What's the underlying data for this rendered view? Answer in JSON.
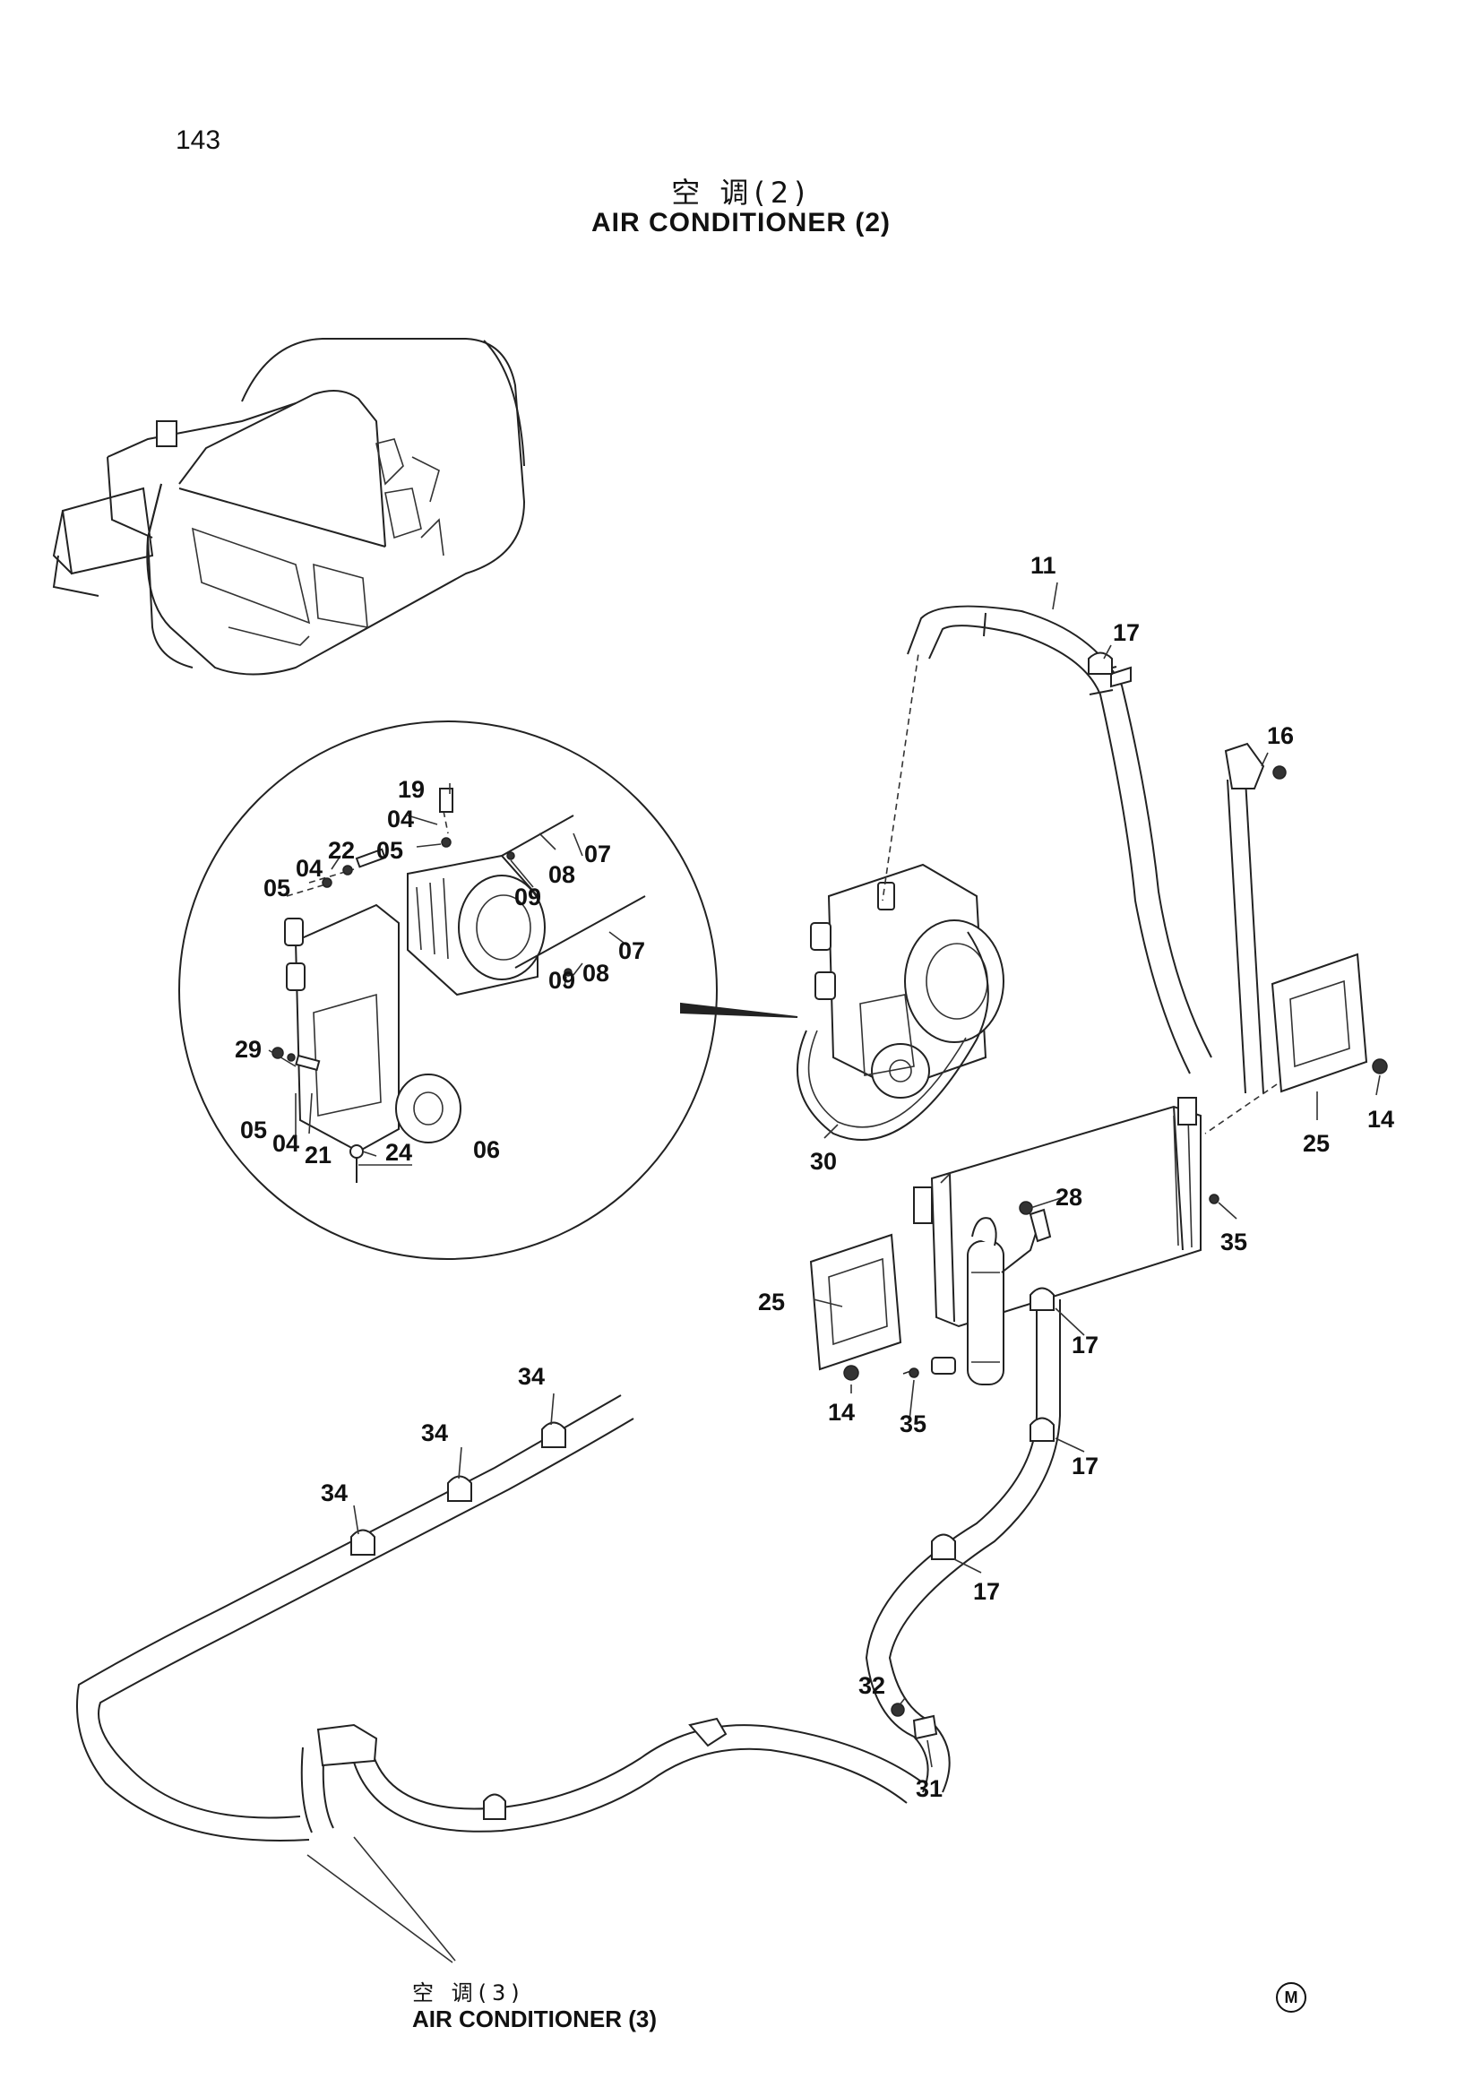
{
  "page": {
    "number": "143"
  },
  "title": {
    "cn": "空 调(2)",
    "en": "AIR CONDITIONER (2)"
  },
  "footer": {
    "cn": "空 调(3)",
    "en": "AIR CONDITIONER (3)",
    "mark": "M"
  },
  "callouts": {
    "c19": "19",
    "c04a": "04",
    "c05a": "05",
    "c22": "22",
    "c04b": "04",
    "c05b": "05",
    "c07a": "07",
    "c08a": "08",
    "c09a": "09",
    "c07b": "07",
    "c08b": "08",
    "c09b": "09",
    "c29": "29",
    "c05c": "05",
    "c04c": "04",
    "c21": "21",
    "c24": "24",
    "c06": "06",
    "c11": "11",
    "c17a": "17",
    "c16": "16",
    "c30": "30",
    "c25a": "25",
    "c14a": "14",
    "c35a": "35",
    "c28": "28",
    "c25b": "25",
    "c14b": "14",
    "c35b": "35",
    "c17b": "17",
    "c17c": "17",
    "c17d": "17",
    "c34a": "34",
    "c34b": "34",
    "c34c": "34",
    "c32": "32",
    "c31": "31"
  }
}
